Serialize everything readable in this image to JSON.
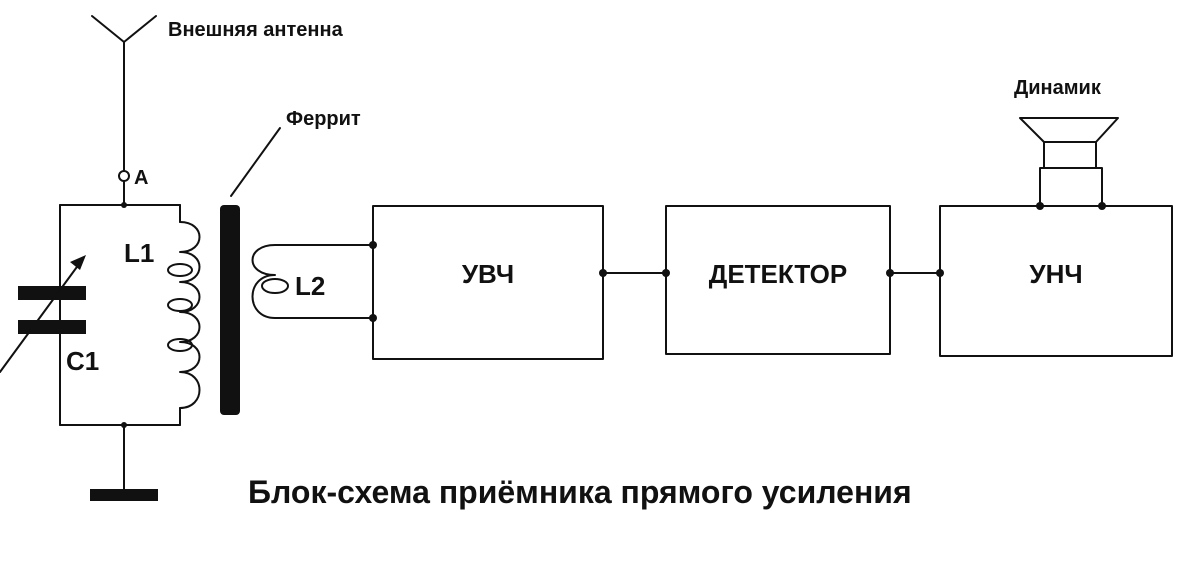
{
  "labels": {
    "antenna": "Внешняя антенна",
    "ferrite": "Феррит",
    "speaker": "Динамик",
    "point_a": "A",
    "coil_l1": "L1",
    "coil_l2": "L2",
    "capacitor_c1": "C1"
  },
  "blocks": {
    "rf_amp": "УВЧ",
    "detector": "ДЕТЕКТОР",
    "af_amp": "УНЧ"
  },
  "caption": "Блок-схема приёмника прямого усиления",
  "colors": {
    "ink": "#111111",
    "background": "#ffffff"
  }
}
